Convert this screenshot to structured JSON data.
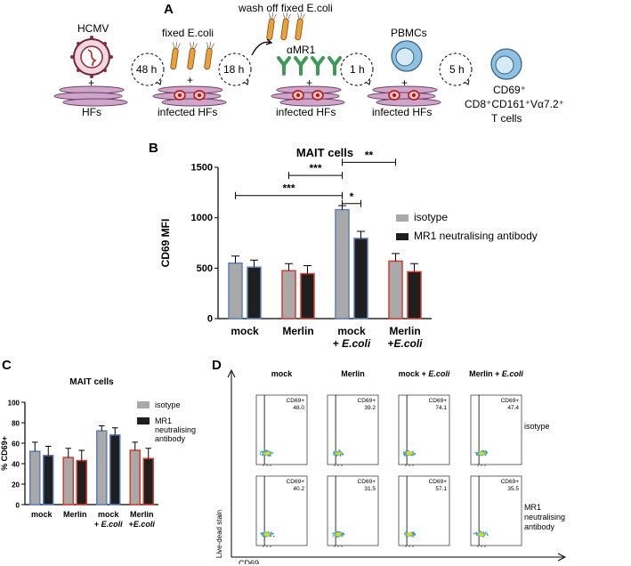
{
  "panel_a": {
    "letter": "A",
    "virus": "HCMV",
    "cells": "HFs",
    "fixed_ecoli": "fixed E.coli",
    "infected": "infected HFs",
    "wash": "wash off fixed E.coli",
    "amr1": "αMR1",
    "pbmcs": "PBMCs",
    "plus": "+",
    "times": [
      "48 h",
      "18 h",
      "1 h",
      "5 h"
    ],
    "readout": [
      "CD69⁺",
      "CD8⁺CD161⁺Vα7.2⁺",
      "T cells"
    ]
  },
  "colors": {
    "isotype": "#a9a9a9",
    "mr1": "#1f1f1f",
    "mock_border": "#5b7fbf",
    "merlin_border": "#d73a2e",
    "hf_fill": "#cfa6c9",
    "ecoli": "#e8a13c",
    "antibody": "#3f9a5a",
    "pbmc": "#8fc1e0"
  },
  "chart_data": [
    {
      "panel": "B",
      "type": "bar",
      "title": "MAIT cells",
      "ylabel": "CD69 MFI",
      "xlabel": "",
      "ylim": [
        0,
        1500
      ],
      "yticks": [
        0,
        500,
        1000,
        1500
      ],
      "categories": [
        [
          "mock"
        ],
        [
          "Merlin"
        ],
        [
          "mock",
          "+ E.coli"
        ],
        [
          "Merlin",
          "+E.coli"
        ]
      ],
      "category_borders": [
        "#5b7fbf",
        "#d73a2e",
        "#5b7fbf",
        "#d73a2e"
      ],
      "series": [
        {
          "name": "isotype",
          "color": "#a9a9a9",
          "values": [
            550,
            475,
            1080,
            570
          ],
          "errors": [
            70,
            70,
            40,
            75
          ]
        },
        {
          "name": "MR1 neutralising antibody",
          "color": "#1f1f1f",
          "values": [
            510,
            445,
            795,
            465
          ],
          "errors": [
            70,
            80,
            70,
            80
          ]
        }
      ],
      "significance": [
        {
          "from": 2,
          "to": 3,
          "series_from": 0,
          "series_to": 0,
          "y": 1550,
          "label": "**"
        },
        {
          "from": 1,
          "to": 2,
          "series_from": 0,
          "series_to": 0,
          "y": 1420,
          "label": "***"
        },
        {
          "from": 0,
          "to": 2,
          "series_from": 0,
          "series_to": 0,
          "y": 1220,
          "label": "***"
        },
        {
          "from": 2,
          "to": 2,
          "series_from": 0,
          "series_to": 1,
          "y": 1140,
          "label": "*"
        }
      ],
      "legend": "right"
    },
    {
      "panel": "C",
      "type": "bar",
      "title": "MAIT cells",
      "ylabel": "% CD69+",
      "xlabel": "",
      "ylim": [
        0,
        100
      ],
      "yticks": [
        0,
        20,
        40,
        60,
        80,
        100
      ],
      "categories": [
        [
          "mock"
        ],
        [
          "Merlin"
        ],
        [
          "mock",
          "+ E.coli"
        ],
        [
          "Merlin",
          "+E.coli"
        ]
      ],
      "category_borders": [
        "#5b7fbf",
        "#d73a2e",
        "#5b7fbf",
        "#d73a2e"
      ],
      "series": [
        {
          "name": "isotype",
          "color": "#a9a9a9",
          "values": [
            52,
            46,
            72,
            53
          ],
          "errors": [
            9,
            9,
            5,
            8
          ]
        },
        {
          "name": "MR1 neutralising antibody",
          "color": "#1f1f1f",
          "values": [
            48,
            43,
            68,
            45
          ],
          "errors": [
            9,
            10,
            7,
            10
          ]
        }
      ],
      "legend": "right"
    }
  ],
  "panel_d": {
    "letter": "D",
    "columns": [
      "mock",
      "Merlin",
      "mock + E.coli",
      "Merlin + E.coli"
    ],
    "rows": [
      {
        "label": [
          "isotype"
        ],
        "values": [
          "48.0",
          "39.2",
          "74.1",
          "47.4"
        ]
      },
      {
        "label": [
          "MR1",
          "neutralising",
          "antibody"
        ],
        "values": [
          "40.2",
          "31.5",
          "57.1",
          "35.5"
        ]
      }
    ],
    "gate_label": "CD69+",
    "x_axis": "CD69",
    "y_axis": "Live-dead stain"
  }
}
